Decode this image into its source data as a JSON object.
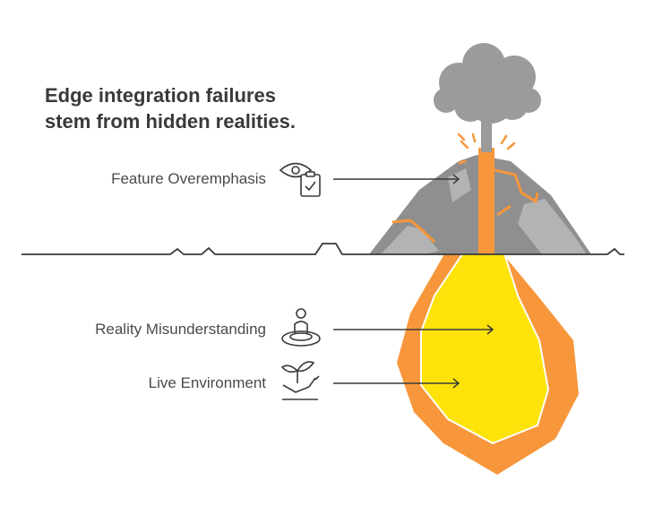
{
  "title": {
    "line1": "Edge integration failures",
    "line2": "stem from hidden realities."
  },
  "labels": [
    {
      "text": "Feature Overemphasis",
      "icon": "eye-clipboard-icon"
    },
    {
      "text": "Reality Misunderstanding",
      "icon": "person-portal-icon"
    },
    {
      "text": "Live Environment",
      "icon": "plant-hand-icon"
    }
  ],
  "colors": {
    "text": "#3a3a3a",
    "smoke": "#9b9b9b",
    "mountain": "#8f8f8f",
    "lava": "#f7963a",
    "magma_core": "#fde30a",
    "ground_line": "#3a3a3a"
  }
}
